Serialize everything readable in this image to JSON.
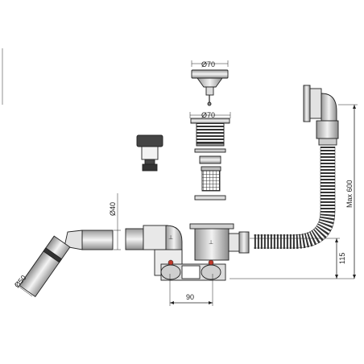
{
  "dimensions": {
    "d70_top": "Ø70",
    "d70_strainer": "Ø70",
    "d40": "Ø40",
    "d50": "Ø50",
    "w90": "90",
    "h115": "115",
    "max600": "Max 600"
  },
  "colors": {
    "line": "#222222",
    "metal_light": "#e6e6e6",
    "metal_mid": "#bdbdbd",
    "dark": "#333333",
    "accent_red": "#c0392b"
  }
}
